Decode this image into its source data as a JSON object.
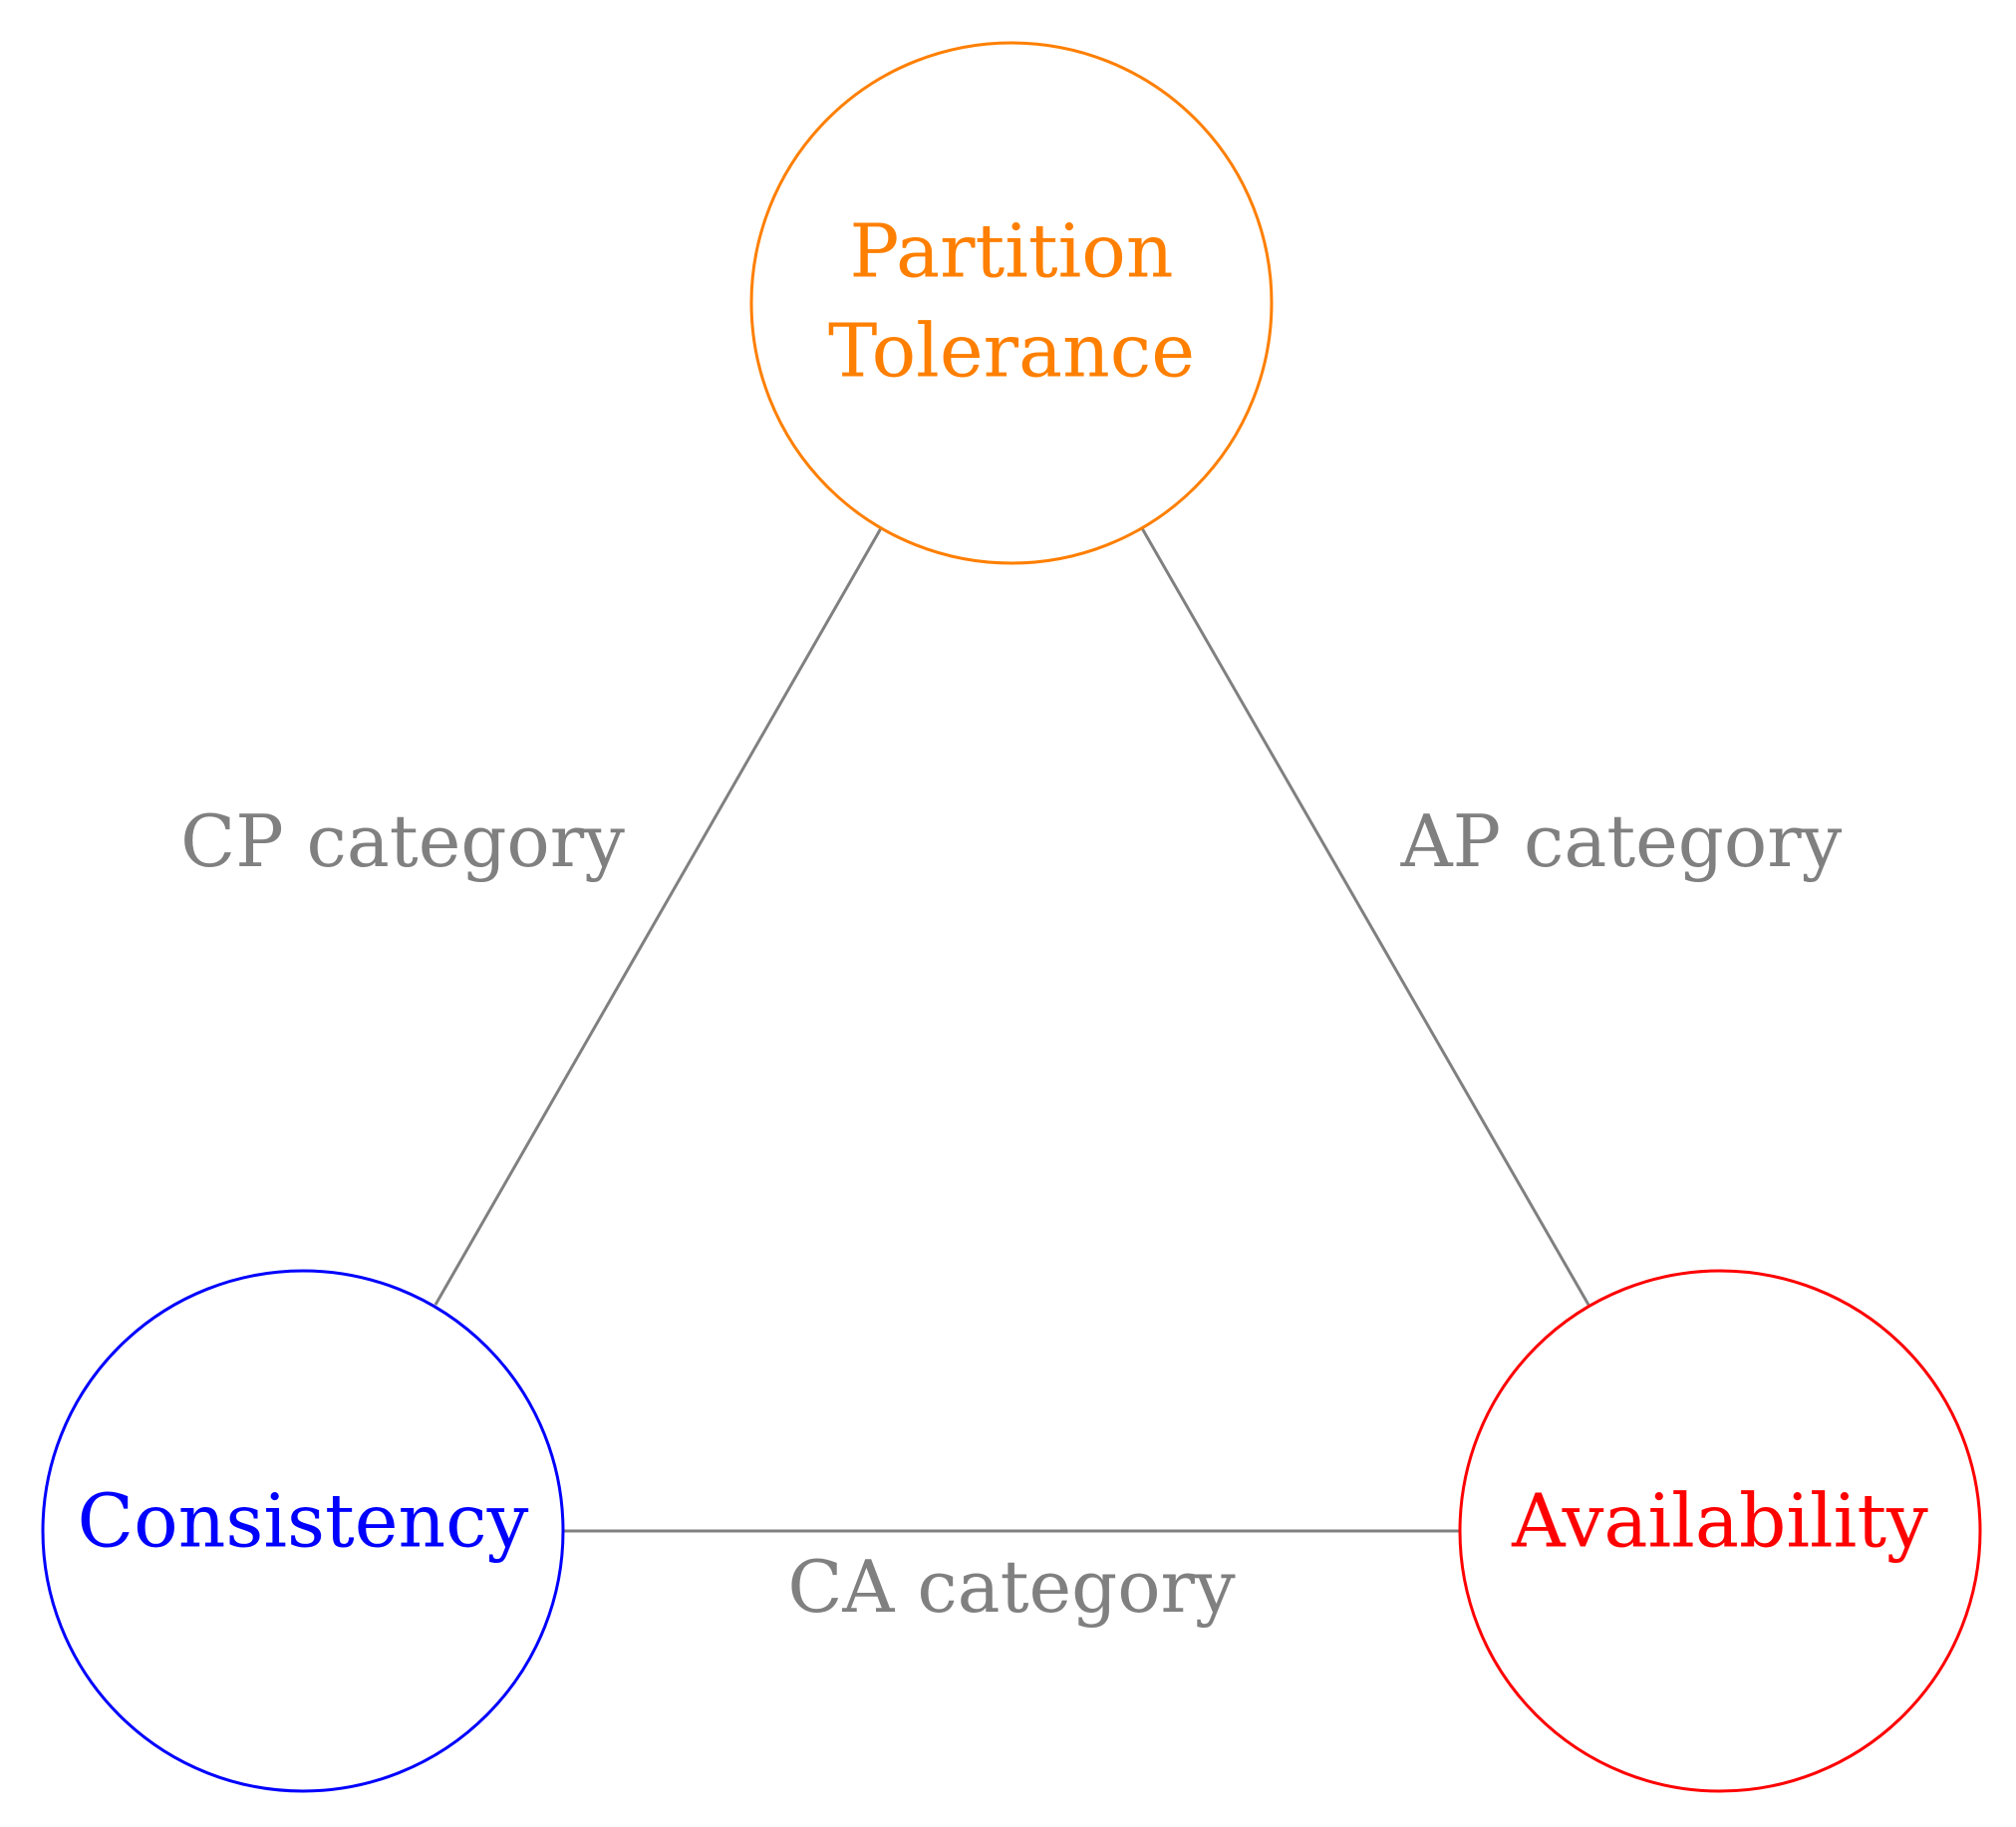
{
  "nodes": {
    "partition": {
      "label_line1": "Partition",
      "label_line2": "Tolerance",
      "color": "#ff7f00"
    },
    "consistency": {
      "label": "Consistency",
      "color": "#0000ff"
    },
    "availability": {
      "label": "Availability",
      "color": "#ff0000"
    }
  },
  "edges": {
    "cp": {
      "label": "CP category"
    },
    "ap": {
      "label": "AP category"
    },
    "ca": {
      "label": "CA category"
    },
    "color": "#808080"
  }
}
